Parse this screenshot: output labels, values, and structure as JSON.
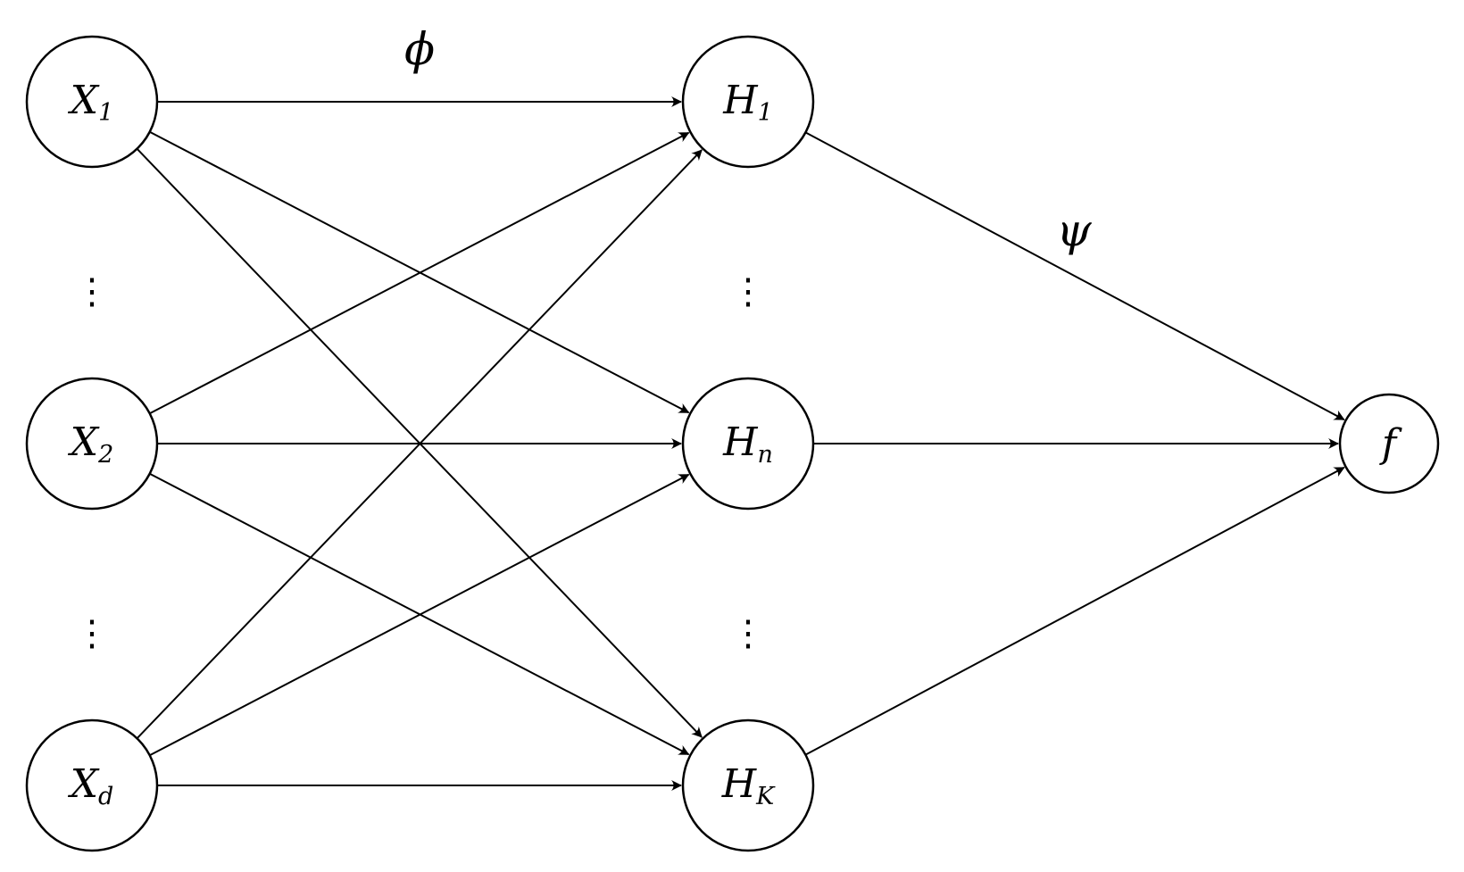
{
  "nodes": {
    "x1": {
      "main": "X",
      "sub": "1"
    },
    "x2": {
      "main": "X",
      "sub": "2"
    },
    "xd": {
      "main": "X",
      "sub": "d"
    },
    "h1": {
      "main": "H",
      "sub": "1"
    },
    "hn": {
      "main": "H",
      "sub": "n"
    },
    "hk": {
      "main": "H",
      "sub": "K"
    },
    "f": {
      "main": "f",
      "sub": ""
    }
  },
  "edge_labels": {
    "phi": "ϕ",
    "psi": "ψ"
  },
  "ellipsis": "⋮",
  "edges": [
    {
      "from": "x1",
      "to": "h1"
    },
    {
      "from": "x1",
      "to": "hn"
    },
    {
      "from": "x1",
      "to": "hk"
    },
    {
      "from": "x2",
      "to": "h1"
    },
    {
      "from": "x2",
      "to": "hn"
    },
    {
      "from": "x2",
      "to": "hk"
    },
    {
      "from": "xd",
      "to": "h1"
    },
    {
      "from": "xd",
      "to": "hn"
    },
    {
      "from": "xd",
      "to": "hk"
    },
    {
      "from": "h1",
      "to": "f"
    },
    {
      "from": "hn",
      "to": "f"
    },
    {
      "from": "hk",
      "to": "f"
    }
  ]
}
